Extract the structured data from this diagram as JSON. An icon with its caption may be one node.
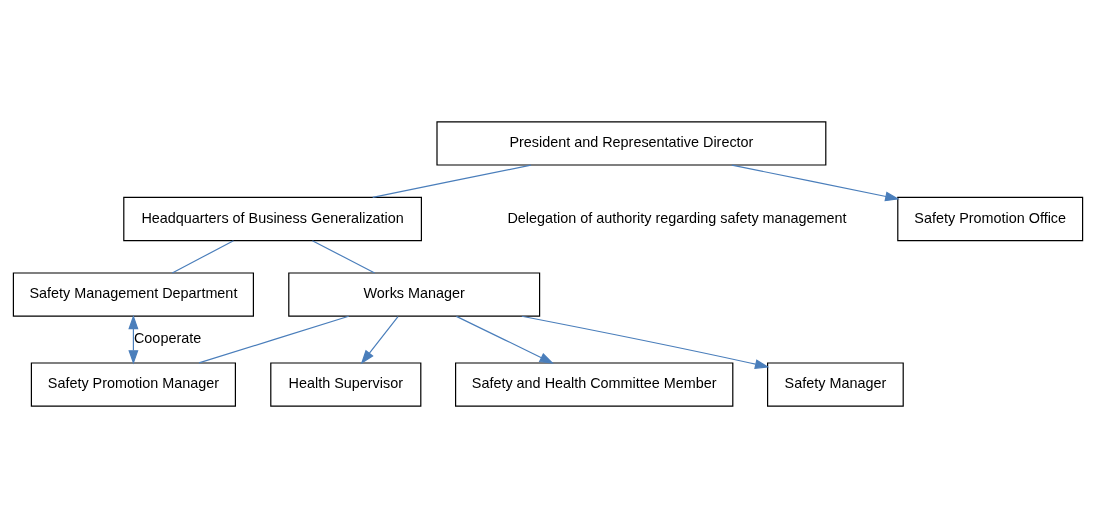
{
  "diagram": {
    "nodes": [
      {
        "text": [
          "President and Representative Director"
        ]
      },
      {
        "text": [
          "Headquarters of Business Generalization"
        ]
      },
      {
        "text": [
          "Safety Management Department"
        ]
      },
      {
        "text": [
          "Works Manager"
        ]
      },
      {
        "text": [
          "Safety Promotion Manager"
        ]
      },
      {
        "text": [
          "Safety Promotion Office"
        ]
      },
      {
        "text": [
          "Health Supervisor"
        ]
      },
      {
        "text": [
          "Safety and Health Committee Member"
        ]
      },
      {
        "text": [
          "Safety Manager"
        ]
      }
    ],
    "edges": [
      {
        "from": 0,
        "to": 1,
        "arrow": "none"
      },
      {
        "from": 1,
        "to": 3,
        "arrow": "none"
      },
      {
        "from": 1,
        "to": 2,
        "arrow": "none"
      },
      {
        "from": 2,
        "to": 4,
        "arrow": "both",
        "label": "Cooperate"
      },
      {
        "from": 3,
        "to": 4,
        "arrow": "none"
      },
      {
        "from": 3,
        "to": 6,
        "arrow": "to"
      },
      {
        "from": 3,
        "to": 7,
        "arrow": "to"
      },
      {
        "from": 3,
        "to": 8,
        "arrow": "to"
      },
      {
        "from": 0,
        "to": 5,
        "arrow": "to"
      }
    ],
    "labels": [
      "Delegation of authority regarding safety management"
    ]
  }
}
